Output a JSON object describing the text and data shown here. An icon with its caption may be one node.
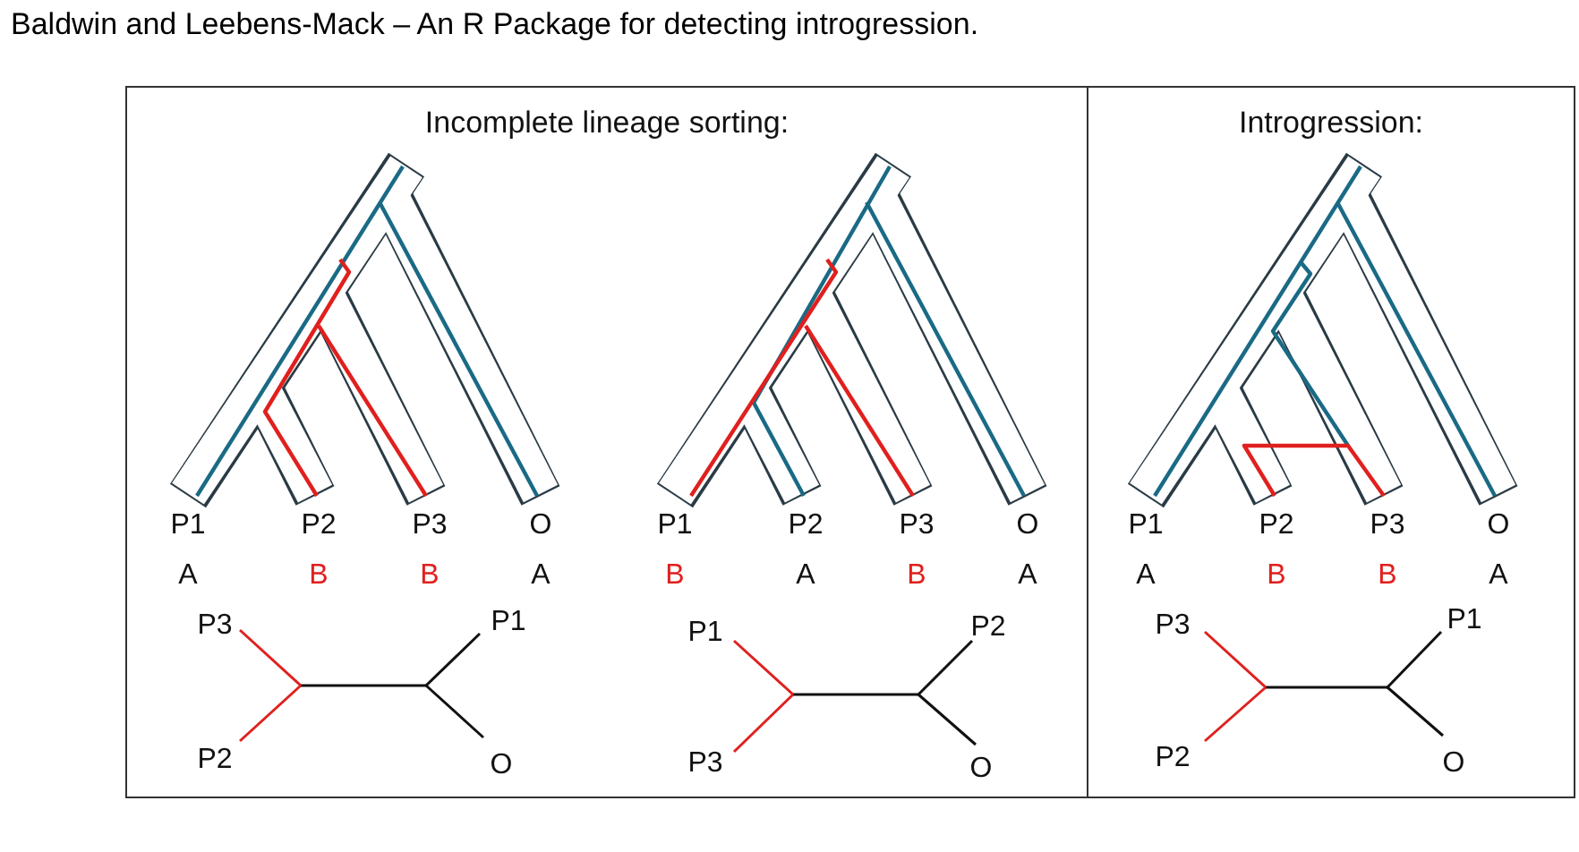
{
  "diagram": {
    "title": "Baldwin and Leebens-Mack – An R Package for detecting introgression.",
    "nodes": [
      {
        "text": [
          "Incomplete lineage sorting:"
        ]
      },
      {
        "text": [
          "Introgression:"
        ]
      }
    ],
    "labels": [
      "P1",
      "P2",
      "P3",
      "O",
      "P1",
      "P2",
      "P3",
      "O",
      "P1",
      "P2",
      "P3",
      "O",
      "A",
      "B",
      "B",
      "A",
      "B",
      "A",
      "B",
      "A",
      "A",
      "B",
      "B",
      "A",
      "P3",
      "P1",
      "P1",
      "P2",
      "P3",
      "P1",
      "P2",
      "O",
      "P3",
      "O",
      "P2",
      "O"
    ]
  }
}
